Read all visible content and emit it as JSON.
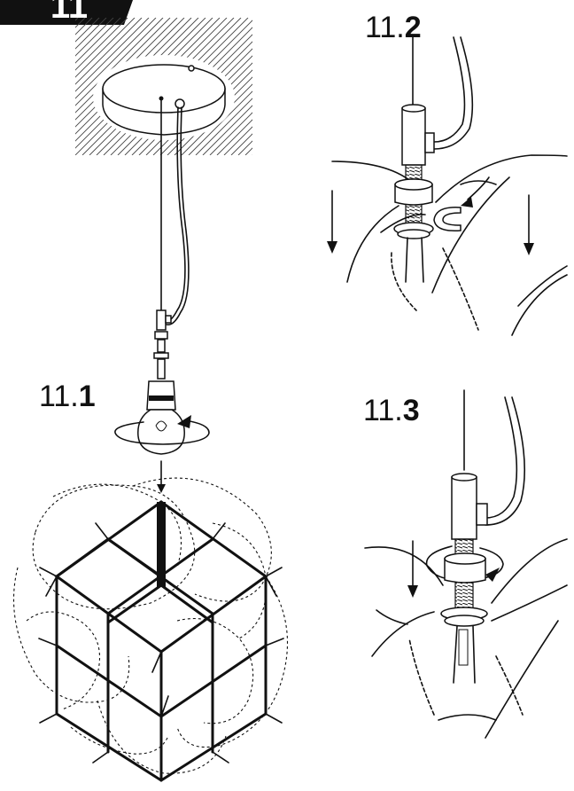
{
  "badge": {
    "number": "11"
  },
  "steps": {
    "s1": {
      "prefix": "11.",
      "num": "1"
    },
    "s2": {
      "prefix": "11.",
      "num": "2"
    },
    "s3": {
      "prefix": "11.",
      "num": "3"
    }
  },
  "colors": {
    "ink": "#111111",
    "badge_bg": "#111111",
    "background": "#ffffff"
  }
}
